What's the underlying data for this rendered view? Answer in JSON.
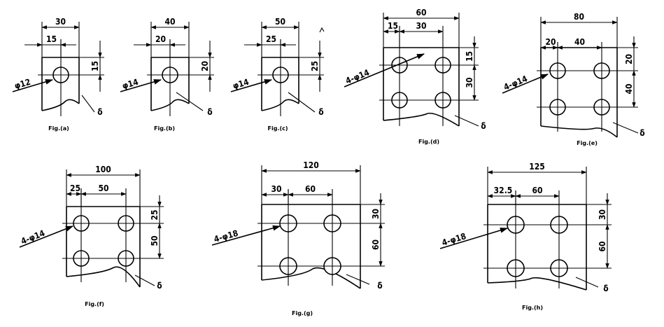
{
  "figures": [
    {
      "id": "a",
      "label": "Fig.(a)",
      "kind": "single",
      "dims": {
        "width": "30",
        "edge_x": "15",
        "edge_y": "15",
        "diameter": "φ12"
      },
      "delta": "δ"
    },
    {
      "id": "b",
      "label": "Fig.(b)",
      "kind": "single",
      "dims": {
        "width": "40",
        "edge_x": "20",
        "edge_y": "20",
        "diameter": "φ14"
      },
      "delta": "δ"
    },
    {
      "id": "c",
      "label": "Fig.(c)",
      "kind": "single",
      "dims": {
        "width": "50",
        "edge_x": "25",
        "edge_y": "25",
        "diameter": "φ14"
      },
      "delta": "δ"
    },
    {
      "id": "d",
      "label": "Fig.(d)",
      "kind": "four",
      "dims": {
        "width": "60",
        "edge_x": "15",
        "pitch_x": "30",
        "edge_y": "15",
        "pitch_y": "30",
        "diameter": "4-φ14"
      },
      "delta": "δ"
    },
    {
      "id": "e",
      "label": "Fig.(e)",
      "kind": "four",
      "dims": {
        "width": "80",
        "edge_x": "20",
        "pitch_x": "40",
        "edge_y": "20",
        "pitch_y": "40",
        "diameter": "4-φ14"
      },
      "delta": "δ"
    },
    {
      "id": "f",
      "label": "Fig.(f)",
      "kind": "four",
      "dims": {
        "width": "100",
        "edge_x": "25",
        "pitch_x": "50",
        "edge_y": "25",
        "pitch_y": "50",
        "diameter": "4-φ14"
      },
      "delta": "δ"
    },
    {
      "id": "g",
      "label": "Fig.(g)",
      "kind": "four",
      "dims": {
        "width": "120",
        "edge_x": "30",
        "pitch_x": "60",
        "edge_y": "30",
        "pitch_y": "60",
        "diameter": "4-φ18"
      },
      "delta": "δ"
    },
    {
      "id": "h",
      "label": "Fig.(h)",
      "kind": "four",
      "dims": {
        "width": "125",
        "edge_x": "32.5",
        "pitch_x": "60",
        "edge_y": "30",
        "pitch_y": "60",
        "diameter": "4-φ18"
      },
      "delta": "δ"
    }
  ],
  "colors": {
    "ink": "#000000",
    "paper": "#ffffff"
  }
}
